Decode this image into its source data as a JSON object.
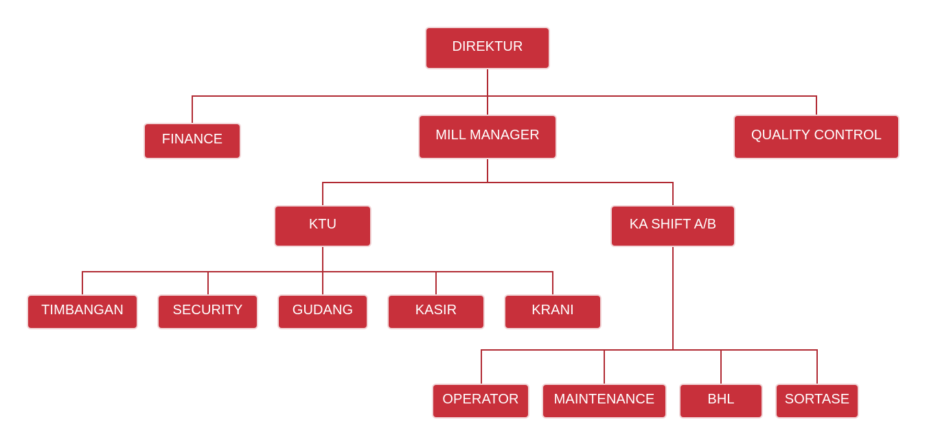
{
  "colors": {
    "node_fill": "#c8303b",
    "node_text": "#ffffff",
    "connector": "#b12a33",
    "background": "#ffffff"
  },
  "nodes": {
    "direktur": "DIREKTUR",
    "finance": "FINANCE",
    "mill_manager": "MILL MANAGER",
    "quality_control": "QUALITY CONTROL",
    "ktu": "KTU",
    "ka_shift": "KA SHIFT A/B",
    "timbangan": "TIMBANGAN",
    "security": "SECURITY",
    "gudang": "GUDANG",
    "kasir": "KASIR",
    "krani": "KRANI",
    "operator": "OPERATOR",
    "maintenance": "MAINTENANCE",
    "bhl": "BHL",
    "sortase": "SORTASE"
  }
}
